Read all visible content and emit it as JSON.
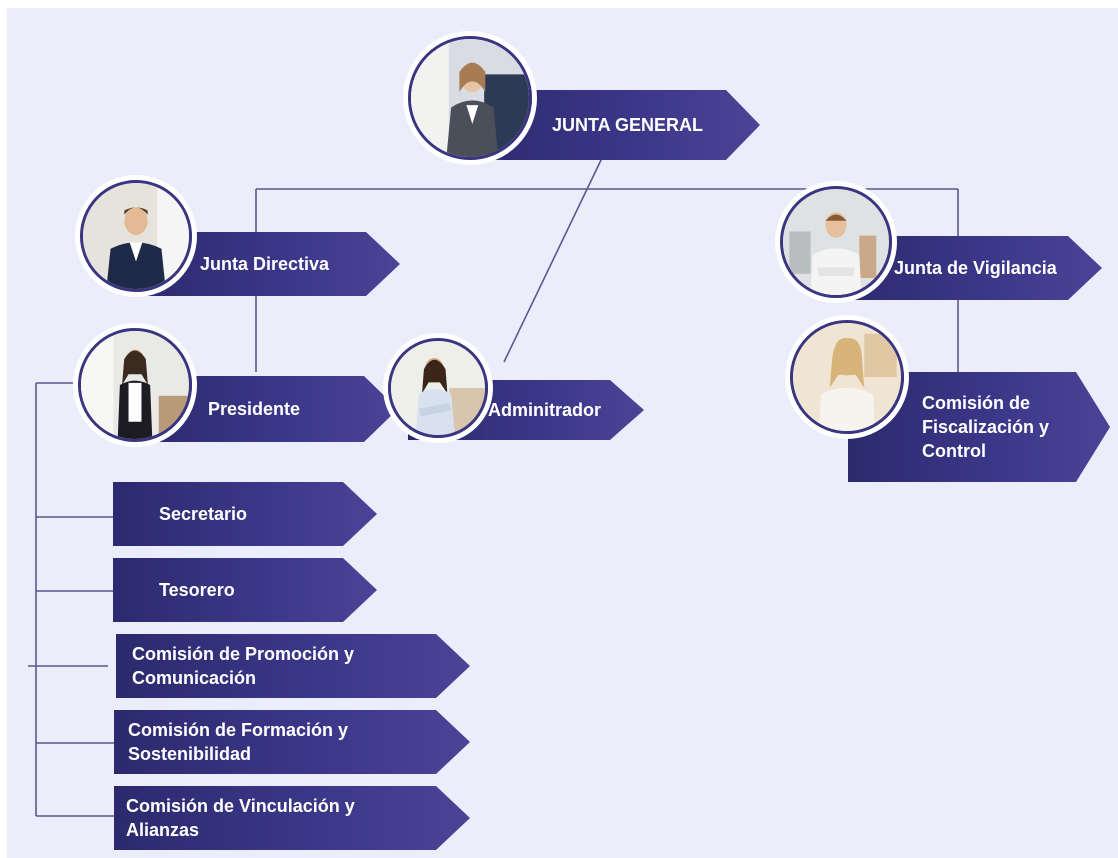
{
  "nodes": {
    "junta_general": "JUNTA GENERAL",
    "junta_directiva": "Junta Directiva",
    "junta_vigilancia": "Junta de Vigilancia",
    "presidente": "Presidente",
    "administrador": "Adminitrador",
    "comision_fiscalizacion": "Comisión de Fiscalización y Control",
    "secretario": "Secretario",
    "tesorero": "Tesorero",
    "comision_promocion": "Comisión de Promoción y Comunicación",
    "comision_formacion": "Comisión de Formación y Sostenibilidad",
    "comision_vinculacion": "Comisión de Vinculación y Alianzas"
  },
  "colors": {
    "background": "#ecedfa",
    "arrow_dark": "#2c2a6e",
    "arrow_light": "#4a4496",
    "connector": "#5a5890"
  },
  "icons": [
    "person-photo-woman-seated",
    "person-photo-man-suit",
    "person-photo-woman-standing",
    "person-photo-woman-arms-crossed",
    "person-photo-man-white-shirt",
    "person-photo-woman-blonde"
  ]
}
